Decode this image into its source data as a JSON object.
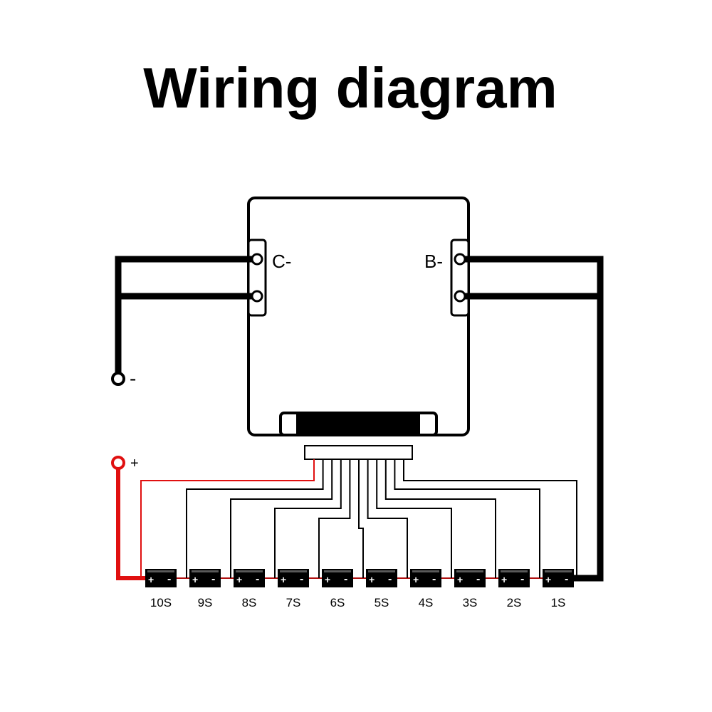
{
  "title": "Wiring diagram",
  "board": {
    "c_minus_label": "C-",
    "b_minus_label": "B-"
  },
  "terminals": {
    "negative_label": "-",
    "positive_label": "+"
  },
  "cells": [
    {
      "label": "10S",
      "plus": "+",
      "minus": "-"
    },
    {
      "label": "9S",
      "plus": "+",
      "minus": "-"
    },
    {
      "label": "8S",
      "plus": "+",
      "minus": "-"
    },
    {
      "label": "7S",
      "plus": "+",
      "minus": "-"
    },
    {
      "label": "6S",
      "plus": "+",
      "minus": "-"
    },
    {
      "label": "5S",
      "plus": "+",
      "minus": "-"
    },
    {
      "label": "4S",
      "plus": "+",
      "minus": "-"
    },
    {
      "label": "3S",
      "plus": "+",
      "minus": "-"
    },
    {
      "label": "2S",
      "plus": "+",
      "minus": "-"
    },
    {
      "label": "1S",
      "plus": "+",
      "minus": "-"
    }
  ],
  "colors": {
    "wire": "#000000",
    "positive_wire": "#e01010",
    "background": "#ffffff"
  }
}
